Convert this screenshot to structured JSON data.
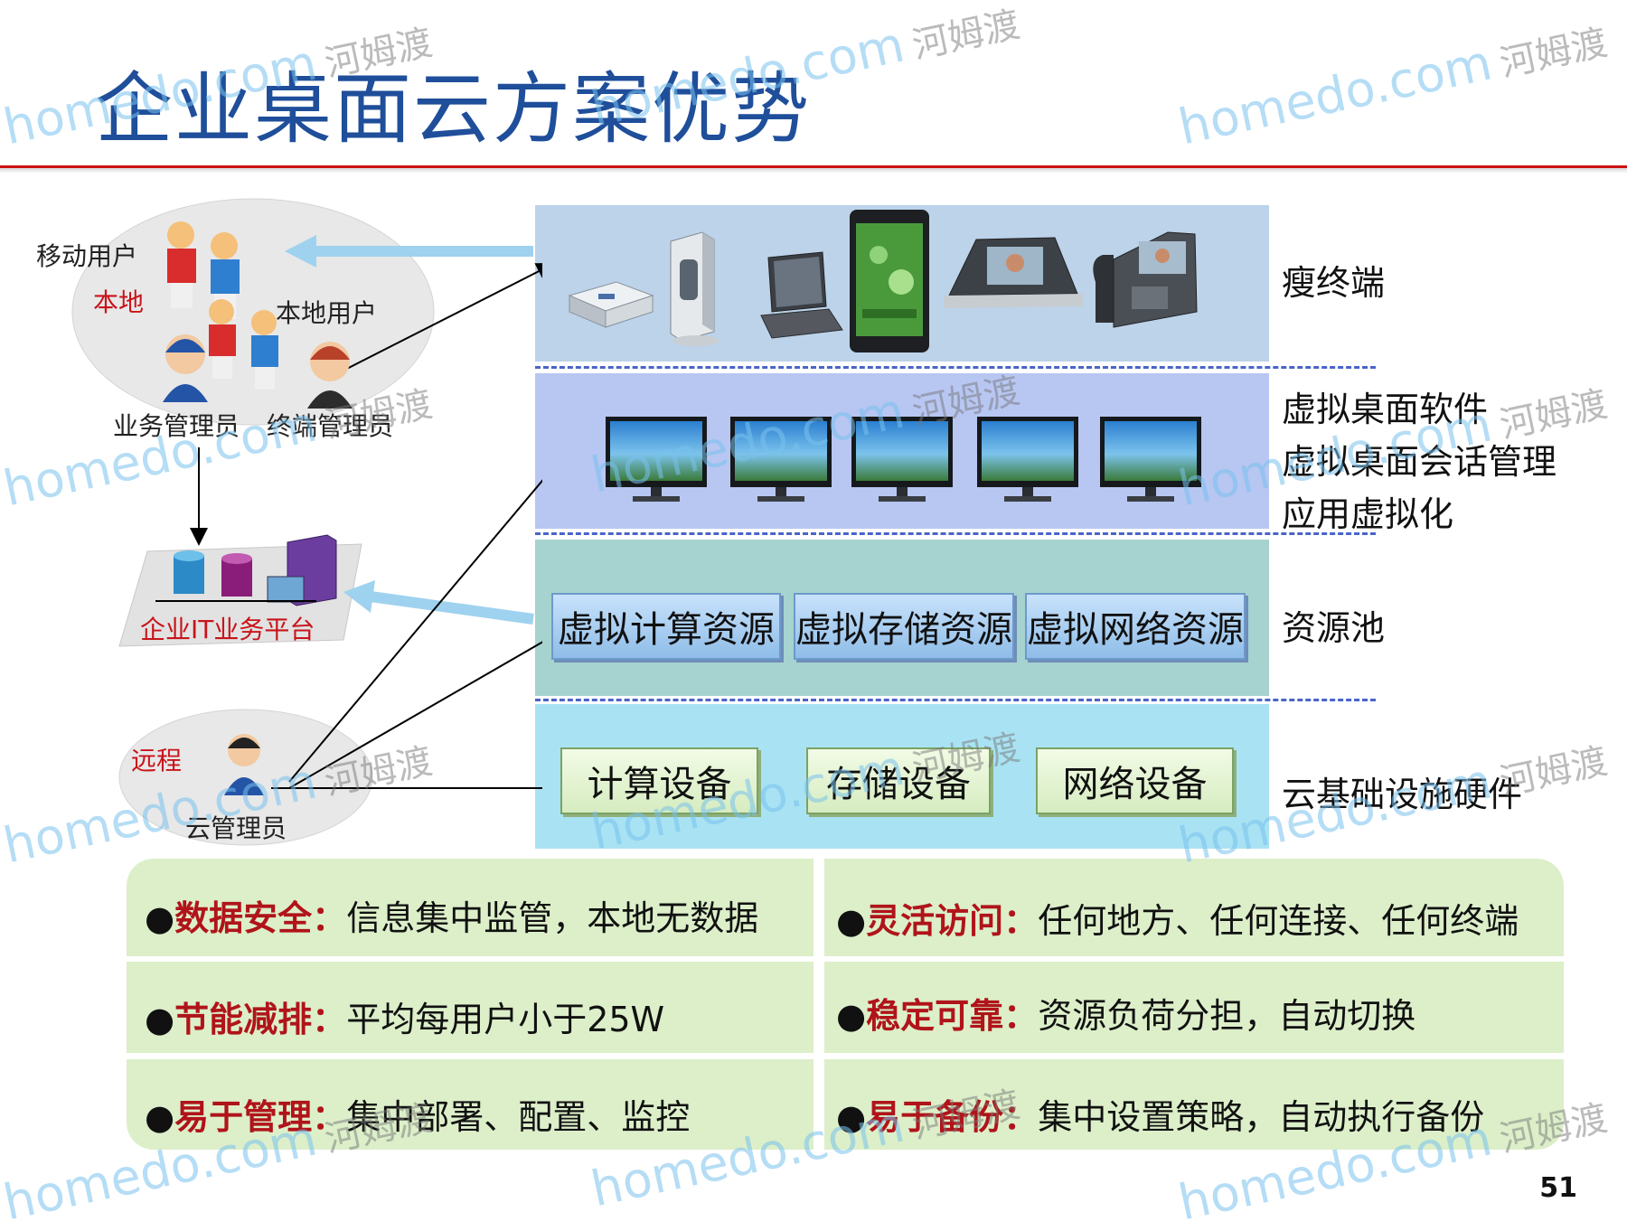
{
  "title": "企业桌面云方案优势",
  "page_number": "51",
  "watermark": {
    "text": "homedo.com",
    "cn": "河姆渡"
  },
  "layers": [
    {
      "label": "瘦终端"
    },
    {
      "label_lines": [
        "虚拟桌面软件",
        "虚拟桌面会话管理",
        "应用虚拟化"
      ]
    },
    {
      "label": "资源池",
      "items": [
        "虚拟计算资源",
        "虚拟存储资源",
        "虚拟网络资源"
      ]
    },
    {
      "label": "云基础设施硬件",
      "items": [
        "计算设备",
        "存储设备",
        "网络设备"
      ]
    }
  ],
  "users": {
    "mobile": "移动用户",
    "local_tag": "本地",
    "local_users": "本地用户",
    "biz_admin": "业务管理员",
    "term_admin": "终端管理员",
    "platform": "企业IT业务平台",
    "remote_tag": "远程",
    "cloud_admin": "云管理员"
  },
  "features": [
    {
      "key": "数据安全：",
      "text": "信息集中监管，本地无数据"
    },
    {
      "key": "灵活访问：",
      "text": "任何地方、任何连接、任何终端"
    },
    {
      "key": "节能减排：",
      "text": "平均每用户小于25W"
    },
    {
      "key": "稳定可靠：",
      "text": "资源负荷分担，自动切换"
    },
    {
      "key": "易于管理：",
      "text": "集中部署、配置、监控"
    },
    {
      "key": "易于备份：",
      "text": "集中设置策略，自动执行备份"
    }
  ],
  "colors": {
    "title": "#1f4e9a",
    "rule": "#cc1111",
    "feature_key": "#b0141a"
  },
  "icons": [
    "thin-client-box-icon",
    "thin-client-tower-icon",
    "laptop-icon",
    "tablet-icon",
    "video-terminal-icon",
    "ip-phone-icon",
    "monitor-icon",
    "user-figure-icon",
    "server-icon",
    "database-icon"
  ]
}
